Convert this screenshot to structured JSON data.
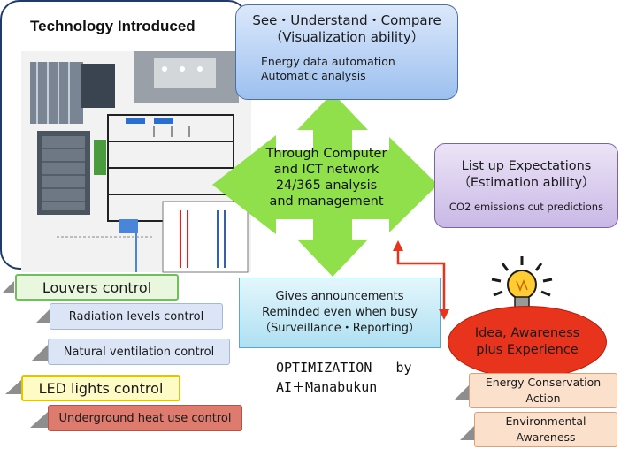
{
  "tech": {
    "title": "Technology Introduced"
  },
  "see": {
    "title1": "See・Understand・Compare",
    "title2": "（Visualization ability）",
    "line1": "Energy data automation",
    "line2": "Automatic analysis"
  },
  "center": {
    "line1": "Through Computer",
    "line2": "and ICT network",
    "line3": "24/365 analysis",
    "line4": "and management"
  },
  "list": {
    "title1": "List up Expectations",
    "title2": "（Estimation ability）",
    "sub": "CO2 emissions cut predictions"
  },
  "gives": {
    "line1": "Gives announcements",
    "line2": "Reminded even when busy",
    "line3": "（Surveillance・Reporting）"
  },
  "idea": {
    "line1": "Idea, Awareness",
    "line2": "plus Experience"
  },
  "controls": {
    "louvers": "Louvers control",
    "radiation": "Radiation levels control",
    "natural": "Natural ventilation control",
    "led": "LED lights control",
    "underground": "Underground heat use control"
  },
  "optimization": {
    "line1": "OPTIMIZATION   by",
    "line2": "AI＋Manabukun"
  },
  "actions": {
    "energy1": "Energy Conservation",
    "energy2": "Action",
    "env1": "Environmental",
    "env2": "Awareness"
  },
  "colors": {
    "arrow_green": "#8fe04a",
    "idea_red": "#e8341c",
    "connector_orange": "#e8341c"
  }
}
